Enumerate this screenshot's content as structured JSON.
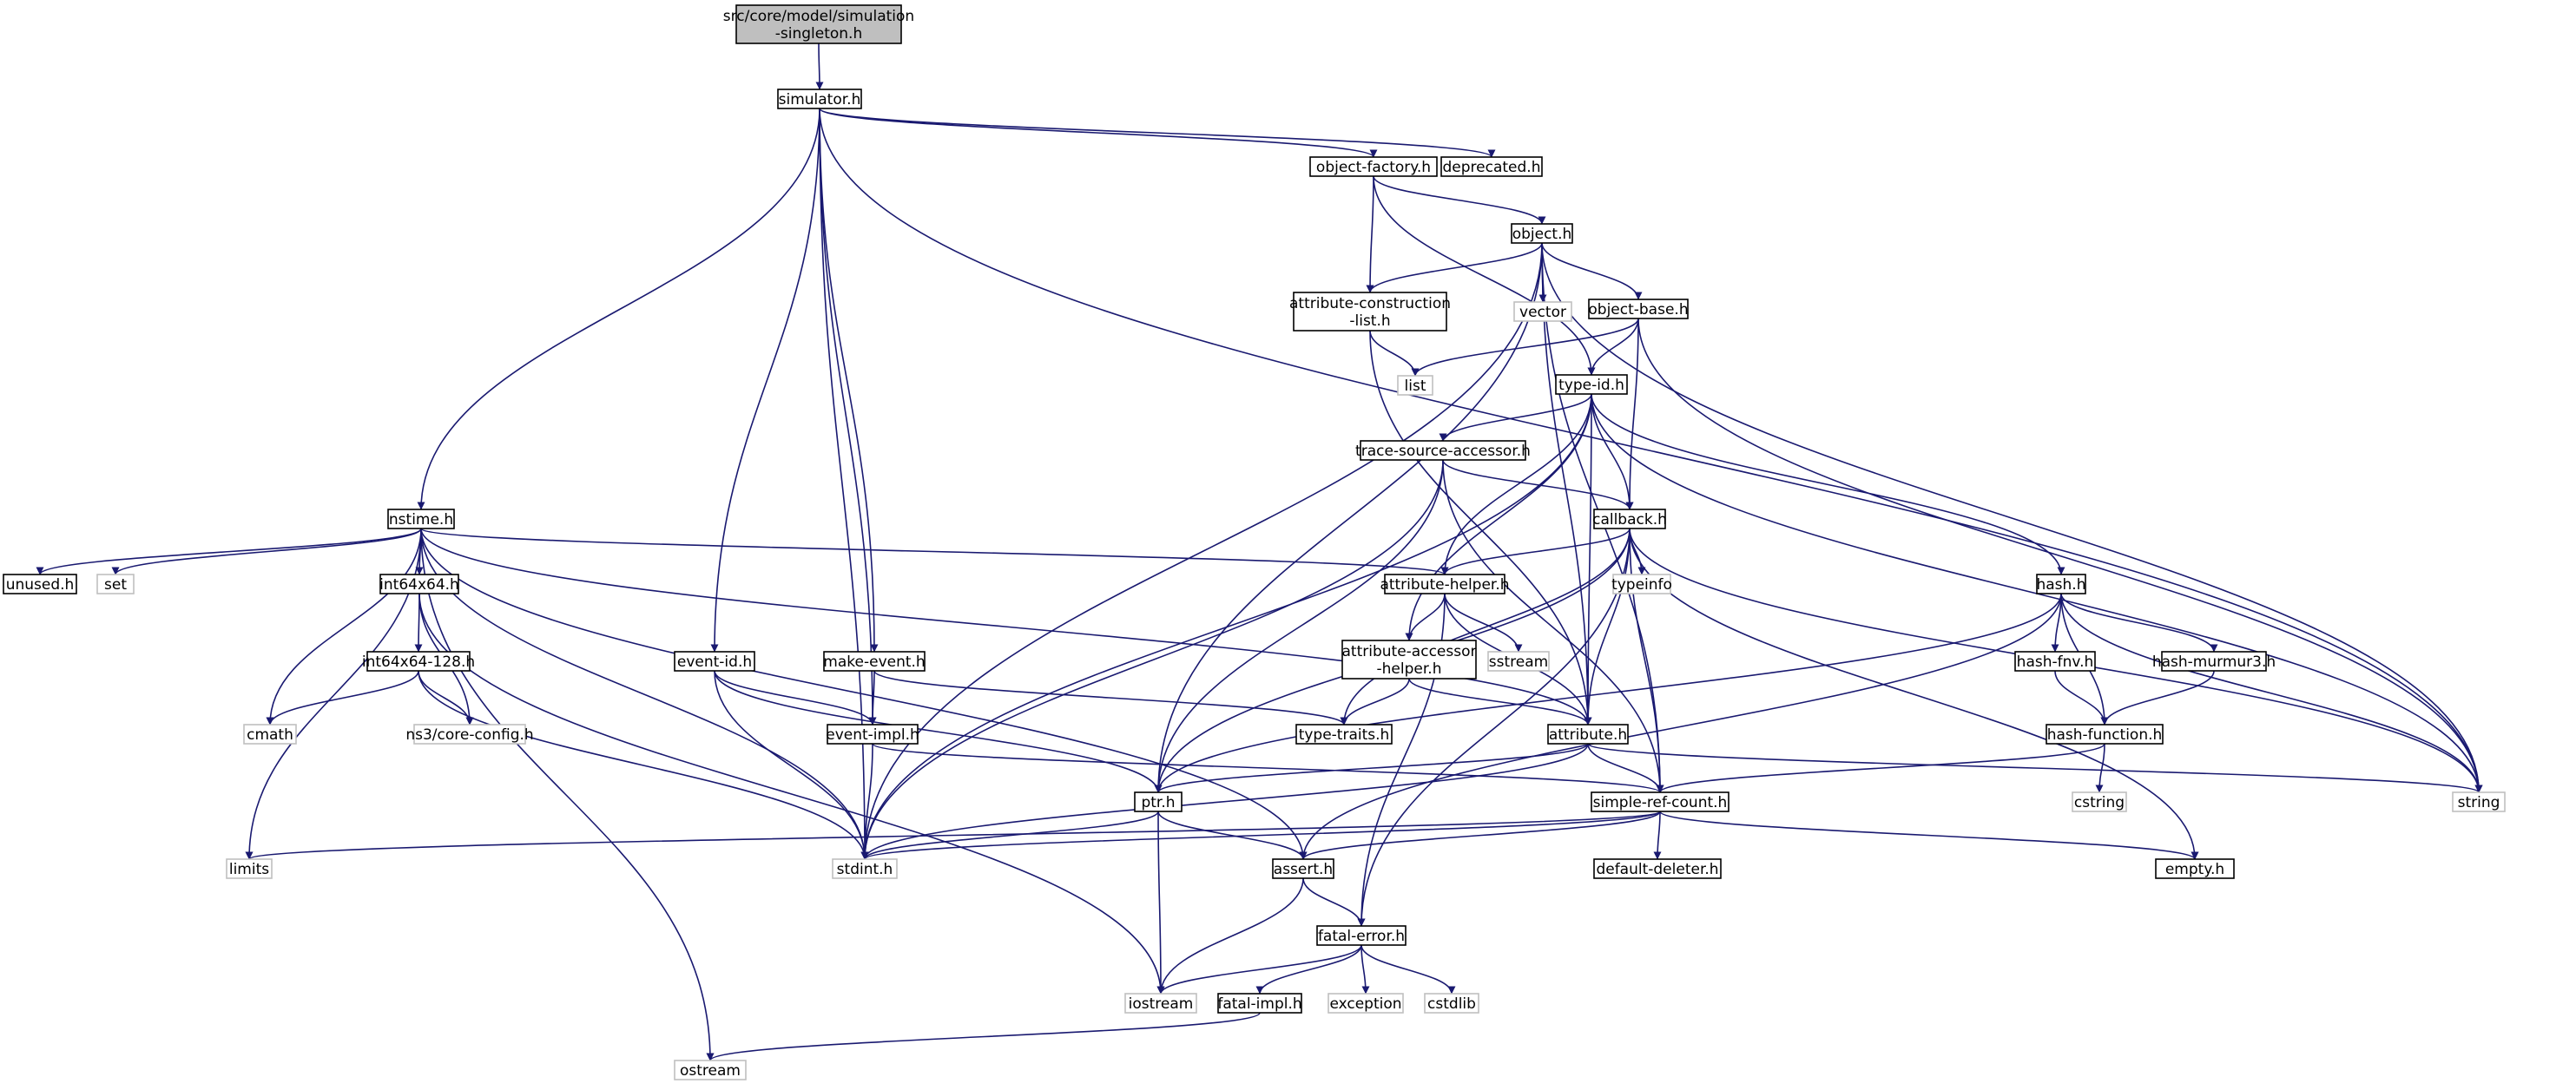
{
  "title": "src/core/model/simulation-singleton.h",
  "colors": {
    "edge": "#191970",
    "root_fill": "#bfbfbf",
    "root_border": "#000000",
    "header_border": "#000000",
    "system_border": "#bfbfbf",
    "text": "#000000"
  },
  "nodes": [
    {
      "id": "root",
      "lines": [
        "src/core/model/simulation",
        "-singleton.h"
      ],
      "kind": "root"
    },
    {
      "id": "simulator",
      "lines": [
        "simulator.h"
      ],
      "kind": "header"
    },
    {
      "id": "object_factory",
      "lines": [
        "object-factory.h"
      ],
      "kind": "header"
    },
    {
      "id": "deprecated",
      "lines": [
        "deprecated.h"
      ],
      "kind": "header"
    },
    {
      "id": "object",
      "lines": [
        "object.h"
      ],
      "kind": "header"
    },
    {
      "id": "attr_constr",
      "lines": [
        "attribute-construction",
        "-list.h"
      ],
      "kind": "header"
    },
    {
      "id": "vector",
      "lines": [
        "vector"
      ],
      "kind": "system"
    },
    {
      "id": "object_base",
      "lines": [
        "object-base.h"
      ],
      "kind": "header"
    },
    {
      "id": "list",
      "lines": [
        "list"
      ],
      "kind": "system"
    },
    {
      "id": "type_id",
      "lines": [
        "type-id.h"
      ],
      "kind": "header"
    },
    {
      "id": "trace_source",
      "lines": [
        "trace-source-accessor.h"
      ],
      "kind": "header"
    },
    {
      "id": "nstime",
      "lines": [
        "nstime.h"
      ],
      "kind": "header"
    },
    {
      "id": "callback",
      "lines": [
        "callback.h"
      ],
      "kind": "header"
    },
    {
      "id": "unused",
      "lines": [
        "unused.h"
      ],
      "kind": "header"
    },
    {
      "id": "set",
      "lines": [
        "set"
      ],
      "kind": "system"
    },
    {
      "id": "int64x64",
      "lines": [
        "int64x64.h"
      ],
      "kind": "header"
    },
    {
      "id": "attr_helper",
      "lines": [
        "attribute-helper.h"
      ],
      "kind": "header"
    },
    {
      "id": "typeinfo",
      "lines": [
        "typeinfo"
      ],
      "kind": "system"
    },
    {
      "id": "hash",
      "lines": [
        "hash.h"
      ],
      "kind": "header"
    },
    {
      "id": "int64x64_128",
      "lines": [
        "int64x64-128.h"
      ],
      "kind": "header"
    },
    {
      "id": "event_id",
      "lines": [
        "event-id.h"
      ],
      "kind": "header"
    },
    {
      "id": "make_event",
      "lines": [
        "make-event.h"
      ],
      "kind": "header"
    },
    {
      "id": "attr_accessor",
      "lines": [
        "attribute-accessor",
        "-helper.h"
      ],
      "kind": "header"
    },
    {
      "id": "sstream",
      "lines": [
        "sstream"
      ],
      "kind": "system"
    },
    {
      "id": "hash_fnv",
      "lines": [
        "hash-fnv.h"
      ],
      "kind": "header"
    },
    {
      "id": "hash_murmur3",
      "lines": [
        "hash-murmur3.h"
      ],
      "kind": "header"
    },
    {
      "id": "cmath",
      "lines": [
        "cmath"
      ],
      "kind": "system"
    },
    {
      "id": "ns3config",
      "lines": [
        "ns3/core-config.h"
      ],
      "kind": "system"
    },
    {
      "id": "event_impl",
      "lines": [
        "event-impl.h"
      ],
      "kind": "header"
    },
    {
      "id": "type_traits",
      "lines": [
        "type-traits.h"
      ],
      "kind": "header"
    },
    {
      "id": "attribute",
      "lines": [
        "attribute.h"
      ],
      "kind": "header"
    },
    {
      "id": "hash_function",
      "lines": [
        "hash-function.h"
      ],
      "kind": "header"
    },
    {
      "id": "string",
      "lines": [
        "string"
      ],
      "kind": "system"
    },
    {
      "id": "ptr",
      "lines": [
        "ptr.h"
      ],
      "kind": "header"
    },
    {
      "id": "simple_ref",
      "lines": [
        "simple-ref-count.h"
      ],
      "kind": "header"
    },
    {
      "id": "cstring",
      "lines": [
        "cstring"
      ],
      "kind": "system"
    },
    {
      "id": "limits",
      "lines": [
        "limits"
      ],
      "kind": "system"
    },
    {
      "id": "stdint",
      "lines": [
        "stdint.h"
      ],
      "kind": "system"
    },
    {
      "id": "assert",
      "lines": [
        "assert.h"
      ],
      "kind": "header"
    },
    {
      "id": "default_deleter",
      "lines": [
        "default-deleter.h"
      ],
      "kind": "header"
    },
    {
      "id": "empty",
      "lines": [
        "empty.h"
      ],
      "kind": "header"
    },
    {
      "id": "fatal_error",
      "lines": [
        "fatal-error.h"
      ],
      "kind": "header"
    },
    {
      "id": "iostream",
      "lines": [
        "iostream"
      ],
      "kind": "system"
    },
    {
      "id": "exception",
      "lines": [
        "exception"
      ],
      "kind": "system"
    },
    {
      "id": "cstdlib",
      "lines": [
        "cstdlib"
      ],
      "kind": "system"
    },
    {
      "id": "fatal_impl",
      "lines": [
        "fatal-impl.h"
      ],
      "kind": "header"
    },
    {
      "id": "ostream",
      "lines": [
        "ostream"
      ],
      "kind": "system"
    }
  ],
  "edges": [
    [
      "root",
      "simulator"
    ],
    [
      "simulator",
      "object_factory"
    ],
    [
      "simulator",
      "deprecated"
    ],
    [
      "simulator",
      "string"
    ],
    [
      "simulator",
      "nstime"
    ],
    [
      "simulator",
      "stdint"
    ],
    [
      "simulator",
      "event_id"
    ],
    [
      "simulator",
      "event_impl"
    ],
    [
      "simulator",
      "make_event"
    ],
    [
      "object_factory",
      "object"
    ],
    [
      "object_factory",
      "attr_constr"
    ],
    [
      "object_factory",
      "type_id"
    ],
    [
      "object",
      "attr_constr"
    ],
    [
      "object",
      "vector"
    ],
    [
      "object",
      "object_base"
    ],
    [
      "object",
      "stdint"
    ],
    [
      "object",
      "ptr"
    ],
    [
      "object",
      "attribute"
    ],
    [
      "object",
      "simple_ref"
    ],
    [
      "object",
      "string"
    ],
    [
      "attr_constr",
      "list"
    ],
    [
      "attr_constr",
      "attribute"
    ],
    [
      "object_base",
      "list"
    ],
    [
      "object_base",
      "type_id"
    ],
    [
      "object_base",
      "callback"
    ],
    [
      "object_base",
      "string"
    ],
    [
      "type_id",
      "trace_source"
    ],
    [
      "type_id",
      "callback"
    ],
    [
      "type_id",
      "attr_helper"
    ],
    [
      "type_id",
      "attr_accessor"
    ],
    [
      "type_id",
      "attribute"
    ],
    [
      "type_id",
      "hash"
    ],
    [
      "type_id",
      "stdint"
    ],
    [
      "type_id",
      "string"
    ],
    [
      "trace_source",
      "callback"
    ],
    [
      "trace_source",
      "ptr"
    ],
    [
      "trace_source",
      "simple_ref"
    ],
    [
      "trace_source",
      "stdint"
    ],
    [
      "callback",
      "attr_helper"
    ],
    [
      "callback",
      "typeinfo"
    ],
    [
      "callback",
      "attribute"
    ],
    [
      "callback",
      "simple_ref"
    ],
    [
      "callback",
      "ptr"
    ],
    [
      "callback",
      "type_traits"
    ],
    [
      "callback",
      "fatal_error"
    ],
    [
      "callback",
      "empty"
    ],
    [
      "callback",
      "string"
    ],
    [
      "nstime",
      "unused"
    ],
    [
      "nstime",
      "set"
    ],
    [
      "nstime",
      "int64x64"
    ],
    [
      "nstime",
      "attr_helper"
    ],
    [
      "nstime",
      "attribute"
    ],
    [
      "nstime",
      "assert"
    ],
    [
      "nstime",
      "cmath"
    ],
    [
      "nstime",
      "limits"
    ],
    [
      "nstime",
      "ostream"
    ],
    [
      "nstime",
      "stdint"
    ],
    [
      "int64x64",
      "int64x64_128"
    ],
    [
      "int64x64",
      "ns3config"
    ],
    [
      "int64x64",
      "iostream"
    ],
    [
      "int64x64_128",
      "cmath"
    ],
    [
      "int64x64_128",
      "ns3config"
    ],
    [
      "int64x64_128",
      "stdint"
    ],
    [
      "attr_helper",
      "attr_accessor"
    ],
    [
      "attr_helper",
      "sstream"
    ],
    [
      "attr_helper",
      "attribute"
    ],
    [
      "attr_helper",
      "fatal_error"
    ],
    [
      "attr_accessor",
      "attribute"
    ],
    [
      "attr_accessor",
      "type_traits"
    ],
    [
      "hash",
      "hash_fnv"
    ],
    [
      "hash",
      "hash_murmur3"
    ],
    [
      "hash",
      "hash_function"
    ],
    [
      "hash",
      "ptr"
    ],
    [
      "hash",
      "assert"
    ],
    [
      "hash",
      "string"
    ],
    [
      "hash_fnv",
      "hash_function"
    ],
    [
      "hash_murmur3",
      "hash_function"
    ],
    [
      "hash_function",
      "cstring"
    ],
    [
      "hash_function",
      "simple_ref"
    ],
    [
      "event_id",
      "event_impl"
    ],
    [
      "event_id",
      "ptr"
    ],
    [
      "event_id",
      "stdint"
    ],
    [
      "make_event",
      "event_impl"
    ],
    [
      "make_event",
      "type_traits"
    ],
    [
      "event_impl",
      "simple_ref"
    ],
    [
      "event_impl",
      "stdint"
    ],
    [
      "attribute",
      "ptr"
    ],
    [
      "attribute",
      "simple_ref"
    ],
    [
      "attribute",
      "string"
    ],
    [
      "attribute",
      "stdint"
    ],
    [
      "ptr",
      "assert"
    ],
    [
      "ptr",
      "iostream"
    ],
    [
      "ptr",
      "stdint"
    ],
    [
      "simple_ref",
      "assert"
    ],
    [
      "simple_ref",
      "default_deleter"
    ],
    [
      "simple_ref",
      "empty"
    ],
    [
      "simple_ref",
      "limits"
    ],
    [
      "simple_ref",
      "stdint"
    ],
    [
      "assert",
      "fatal_error"
    ],
    [
      "assert",
      "iostream"
    ],
    [
      "fatal_error",
      "iostream"
    ],
    [
      "fatal_error",
      "exception"
    ],
    [
      "fatal_error",
      "cstdlib"
    ],
    [
      "fatal_error",
      "fatal_impl"
    ],
    [
      "fatal_impl",
      "ostream"
    ]
  ]
}
